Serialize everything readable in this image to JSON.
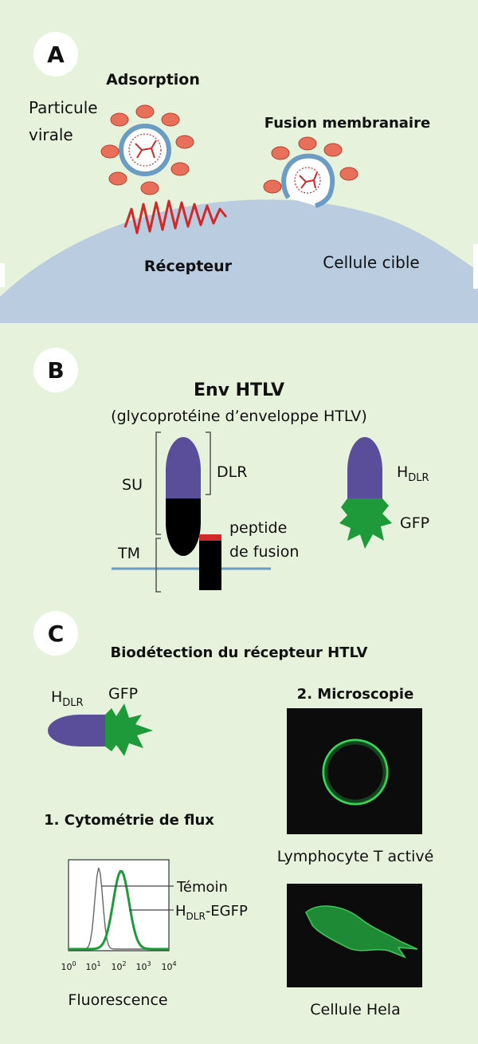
{
  "panel_a": {
    "badge": "A",
    "label_adsorption": "Adsorption",
    "label_particle_line1": "Particule",
    "label_particle_line2": "virale",
    "label_fusion": "Fusion membranaire",
    "label_receptor": "Récepteur",
    "label_target_cell": "Cellule cible"
  },
  "panel_b": {
    "badge": "B",
    "title": "Env HTLV",
    "subtitle": "(glycoprotéine d’enveloppe HTLV)",
    "label_su": "SU",
    "label_tm": "TM",
    "label_dlr": "DLR",
    "label_peptide_line1": "peptide",
    "label_peptide_line2": "de fusion",
    "label_hdlr_main": "H",
    "label_hdlr_sub": "DLR",
    "label_gfp": "GFP"
  },
  "panel_c": {
    "badge": "C",
    "title": "Biodétection du récepteur HTLV",
    "label_hdlr_main": "H",
    "label_hdlr_sub": "DLR",
    "label_gfp": "GFP",
    "flow_title": "1. Cytométrie de flux",
    "microscopy_title": "2. Microscopie",
    "histogram": {
      "legend_control": "Témoin",
      "legend_sample_main": "H",
      "legend_sample_sub": "DLR",
      "legend_sample_suffix": "-EGFP",
      "tick_labels": [
        "10",
        "10",
        "10",
        "10",
        "10"
      ],
      "tick_exponents": [
        "0",
        "1",
        "2",
        "3",
        "4"
      ],
      "xlabel": "Fluorescence"
    },
    "caption_lymphocyte": "Lymphocyte T activé",
    "caption_hela": "Cellule Hela"
  },
  "colors": {
    "background": "#e6f2dc",
    "cell": "#b9cce0",
    "purple": "#5a4e9a",
    "green": "#1f9a3a",
    "red": "#d22828",
    "virus_blue": "#6a9cc4",
    "dark": "#111111"
  }
}
